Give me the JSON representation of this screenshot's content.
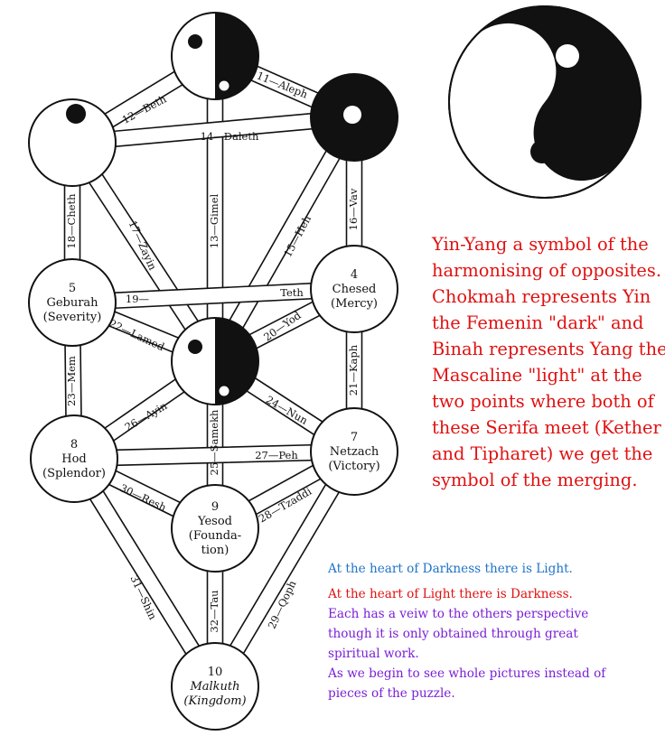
{
  "colors": {
    "main_text": "#e01111",
    "note_blue": "#1f73c9",
    "note_red": "#e01111",
    "note_purple": "#7a1fd6",
    "ink": "#111111"
  },
  "sephiroth": {
    "kether": {
      "number": "",
      "lines": []
    },
    "chokmah": {
      "number": "",
      "lines": []
    },
    "binah": {
      "number": "",
      "lines": []
    },
    "chesed": {
      "number": "4",
      "lines": [
        "Chesed",
        "(Mercy)"
      ]
    },
    "geburah": {
      "number": "5",
      "lines": [
        "Geburah",
        "(Severity)"
      ]
    },
    "tiphareth": {
      "number": "",
      "lines": []
    },
    "netzach": {
      "number": "7",
      "lines": [
        "Netzach",
        "(Victory)"
      ]
    },
    "hod": {
      "number": "8",
      "lines": [
        "Hod",
        "(Splendor)"
      ]
    },
    "yesod": {
      "number": "9",
      "lines": [
        "Yesod",
        "(Founda-",
        "tion)"
      ]
    },
    "malkuth": {
      "number": "10",
      "lines": [
        "Malkuth",
        "(Kingdom)"
      ]
    }
  },
  "paths": {
    "p11": "11—Aleph",
    "p12": "12—Beth",
    "p13": "13—Gimel",
    "p14": "14—Daleth",
    "p15": "15—Heh",
    "p16": "16—Vav",
    "p17": "17—Zayin",
    "p18": "18—Cheth",
    "p19a": "19—",
    "p19b": "Teth",
    "p20": "20—Yod",
    "p21": "21—Kaph",
    "p22": "22—Lamed",
    "p23": "23—Mem",
    "p24": "24—Nun",
    "p25": "25—Samekh",
    "p26": "26—Ayin",
    "p27": "27—Peh",
    "p28": "28—Tzaddi",
    "p29": "29—Qoph",
    "p30": "30—Resh",
    "p31": "31—Shin",
    "p32": "32—Tau"
  },
  "main_text": [
    "Yin-Yang a symbol of the",
    "harmonising of opposites.",
    "Chokmah represents Yin",
    "the Femenin \"dark\" and",
    "Binah represents Yang the",
    "Mascaline \"light\" at the",
    "two points where both of",
    "these Serifa meet (Kether",
    "and Tipharet) we get the",
    "symbol of the merging."
  ],
  "notes": {
    "line1": "At the heart of Darkness there is Light.",
    "line2": "At the heart of Light there is Darkness.",
    "line3a": "Each has a veiw to the others perspective",
    "line3b": "though it is only obtained through great",
    "line3c": "spiritual work.",
    "line4a": "As we begin to see whole pictures instead of",
    "line4b": "pieces of the puzzle."
  }
}
